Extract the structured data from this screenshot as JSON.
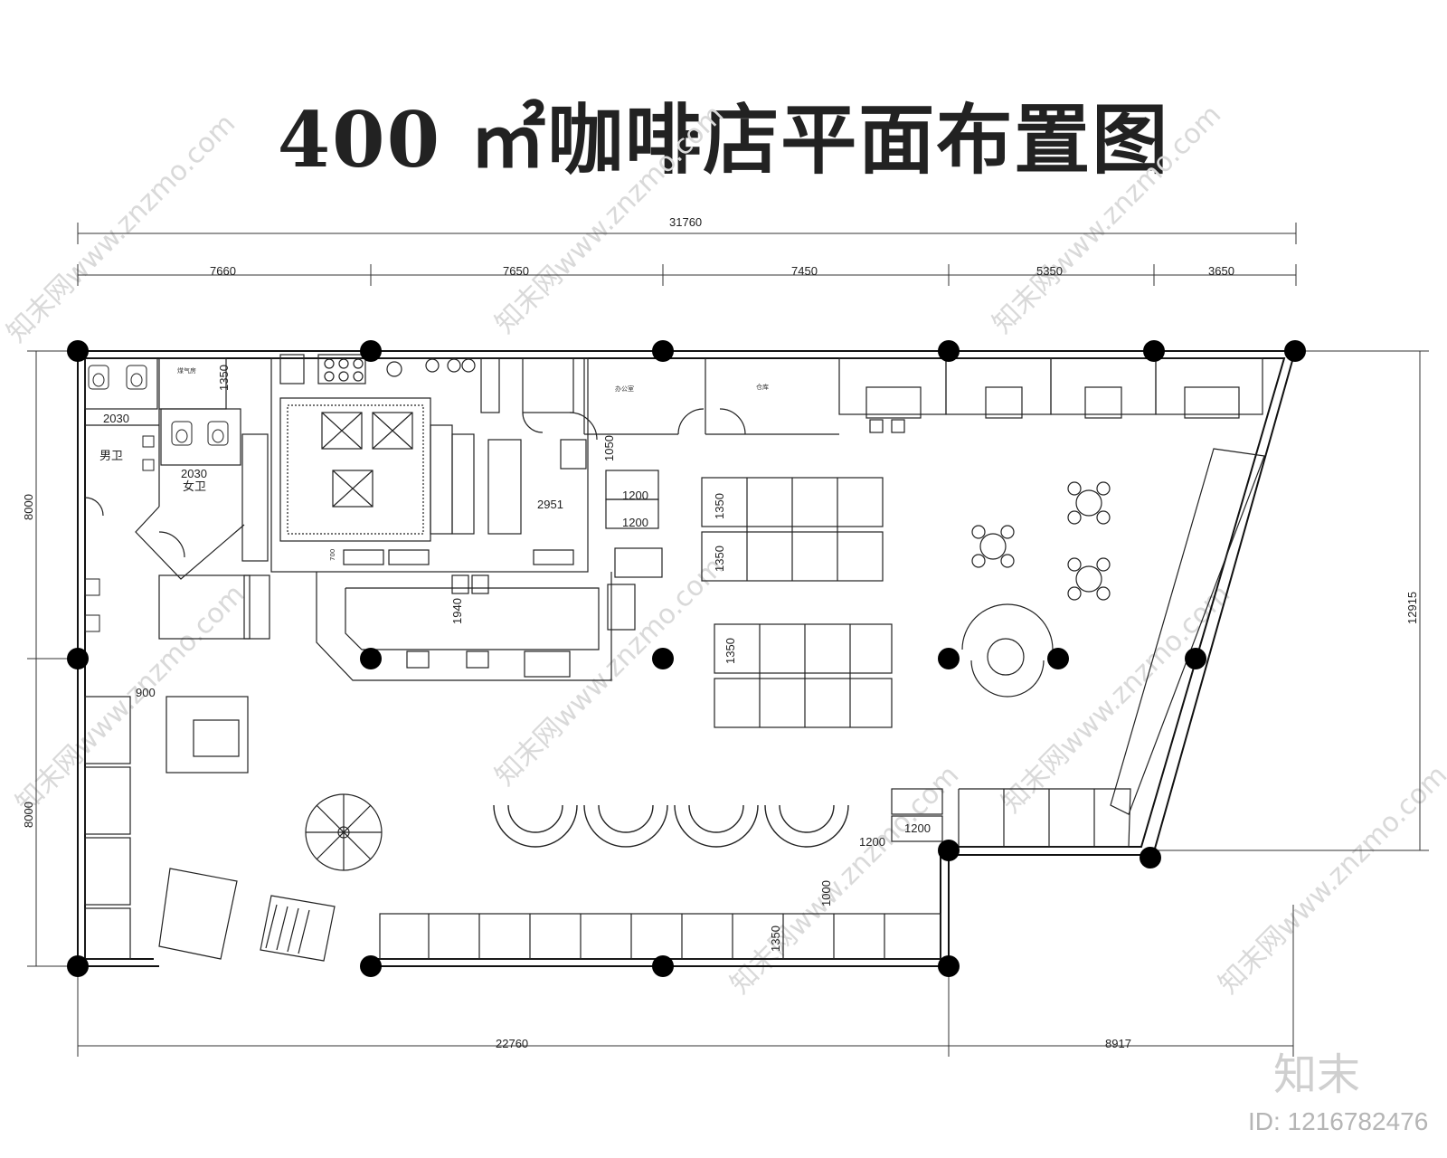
{
  "title": "400 ㎡咖啡店平面布置图",
  "dimensions": {
    "top_total": "31760",
    "top_segments": [
      "7660",
      "7650",
      "7450",
      "5350",
      "3650"
    ],
    "bottom_segments": [
      "22760",
      "8917"
    ],
    "left_segments": [
      "8000",
      "8000"
    ],
    "right_total": "12915",
    "inner": [
      "2030",
      "2030",
      "1350",
      "1200",
      "1200",
      "1350",
      "1350",
      "1350",
      "900",
      "1200",
      "1200",
      "1000",
      "1350",
      "1940",
      "1050",
      "700",
      "2951"
    ]
  },
  "rooms": {
    "mens_restroom": "男卫",
    "womens_restroom": "女卫",
    "gas_room": "煤气房",
    "office": "办公室",
    "storeroom": "仓库"
  },
  "watermark": "知末网www.znzmo.com",
  "brand": "知末",
  "image_id": "ID: 1216782476"
}
